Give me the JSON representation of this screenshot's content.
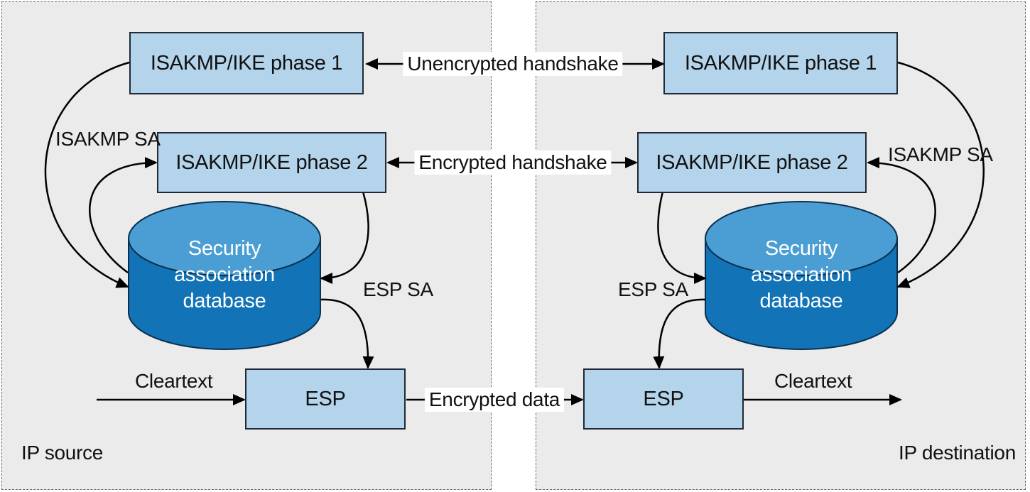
{
  "regions": {
    "source": {
      "label": "IP source"
    },
    "destination": {
      "label": "IP destination"
    }
  },
  "boxes": {
    "left_phase1": "ISAKMP/IKE phase 1",
    "left_phase2": "ISAKMP/IKE phase 2",
    "left_esp": "ESP",
    "right_phase1": "ISAKMP/IKE phase 1",
    "right_phase2": "ISAKMP/IKE phase 2",
    "right_esp": "ESP"
  },
  "databases": {
    "left": {
      "lines": [
        "Security",
        "association",
        "database"
      ]
    },
    "right": {
      "lines": [
        "Security",
        "association",
        "database"
      ]
    }
  },
  "links": {
    "unencrypted_handshake": "Unencrypted handshake",
    "encrypted_handshake": "Encrypted handshake",
    "encrypted_data": "Encrypted data"
  },
  "edge_labels": {
    "left_isakmp_sa": "ISAKMP SA",
    "left_esp_sa": "ESP SA",
    "left_cleartext": "Cleartext",
    "right_isakmp_sa": "ISAKMP SA",
    "right_esp_sa": "ESP SA",
    "right_cleartext": "Cleartext"
  },
  "colors": {
    "region_fill": "#ebebeb",
    "box_fill": "#b4d4eb",
    "database_fill": "#1373b7",
    "database_top": "#4a9ed4",
    "arrow": "#000000"
  }
}
